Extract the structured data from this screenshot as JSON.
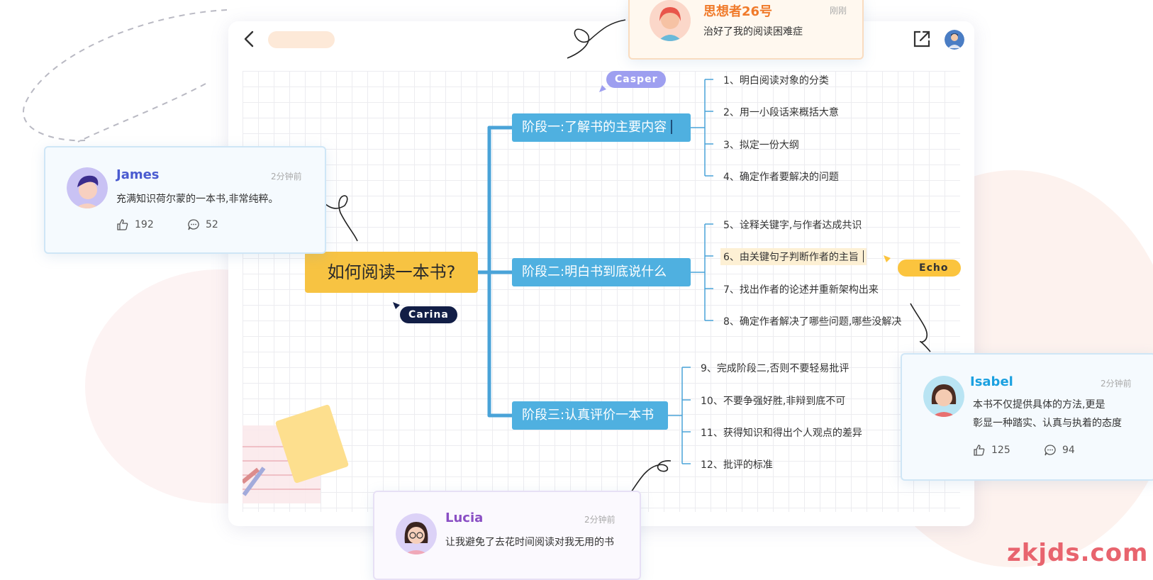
{
  "toolbar": {
    "back_icon": "chevron-left-icon",
    "share_icon": "external-link-icon"
  },
  "mindmap": {
    "root": "如何阅读一本书?",
    "stages": [
      {
        "label": "阶段一:了解书的主要内容",
        "items": [
          "1、明白阅读对象的分类",
          "2、用一小段话来概括大意",
          "3、拟定一份大纲",
          "4、确定作者要解决的问题"
        ]
      },
      {
        "label": "阶段二:明白书到底说什么",
        "items": [
          "5、诠释关键字,与作者达成共识",
          "6、由关键句子判断作者的主旨",
          "7、找出作者的论述并重新架构出来",
          "8、确定作者解决了哪些问题,哪些没解决"
        ]
      },
      {
        "label": "阶段三:认真评价一本书",
        "items": [
          "9、完成阶段二,否则不要轻易批评",
          "10、不要争强好胜,非辩到底不可",
          "11、获得知识和得出个人观点的差异",
          "12、批评的标准"
        ]
      }
    ]
  },
  "collaborators": {
    "casper": "Casper",
    "carina": "Carina",
    "echo": "Echo"
  },
  "comments": {
    "top": {
      "name": "思想者26号",
      "time": "刚刚",
      "text": "治好了我的阅读困难症"
    },
    "james": {
      "name": "James",
      "time": "2分钟前",
      "text": "充满知识荷尔蒙的一本书,非常纯粹。",
      "likes": "192",
      "replies": "52"
    },
    "isabel": {
      "name": "Isabel",
      "time": "2分钟前",
      "text1": "本书不仅提供具体的方法,更是",
      "text2": "彰显一种踏实、认真与执着的态度",
      "likes": "125",
      "replies": "94"
    },
    "lucia": {
      "name": "Lucia",
      "time": "2分钟前",
      "text": "让我避免了去花时间阅读对我无用的书"
    }
  },
  "watermark": "zkjds.com",
  "colors": {
    "stage_blue": "#4fb0e0",
    "root_yellow": "#f7c342",
    "branch": "#4aa3d8",
    "james_name": "#4a5bd0",
    "isabel_name": "#1aa0e0",
    "lucia_name": "#8a4fc4",
    "top_name": "#f07a2a"
  }
}
